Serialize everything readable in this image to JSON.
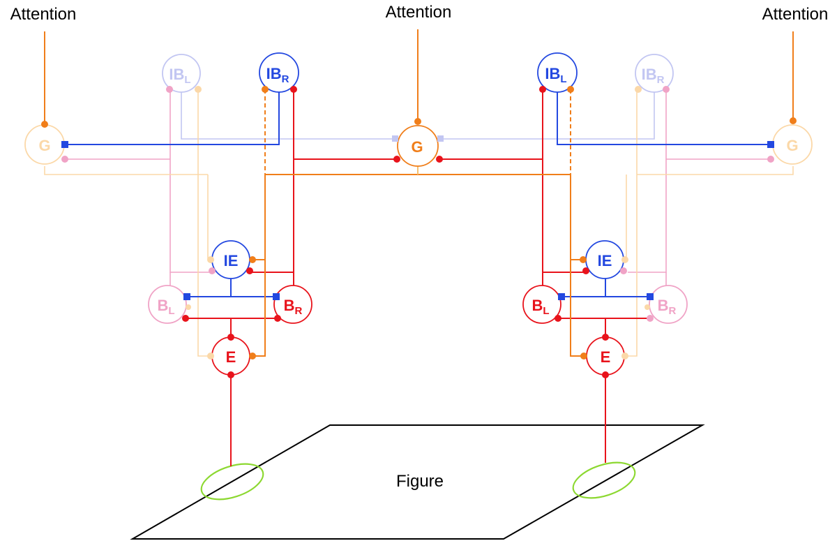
{
  "colors": {
    "orange": "#f07e1a",
    "orange_faint": "#fbd8a8",
    "red": "#e8131b",
    "pink": "#f0a3c6",
    "blue": "#2348e0",
    "blue_faint": "#c2c6f2",
    "green": "#8cd830",
    "black": "#000000"
  },
  "labels": {
    "attention_left": "Attention",
    "attention_center": "Attention",
    "attention_right": "Attention",
    "figure": "Figure"
  },
  "nodes": {
    "g_left": {
      "main": "G",
      "sub": ""
    },
    "g_center": {
      "main": "G",
      "sub": ""
    },
    "g_right": {
      "main": "G",
      "sub": ""
    },
    "ib_l_left": {
      "main": "IB",
      "sub": "L"
    },
    "ib_r_left": {
      "main": "IB",
      "sub": "R"
    },
    "ib_l_right": {
      "main": "IB",
      "sub": "L"
    },
    "ib_r_right": {
      "main": "IB",
      "sub": "R"
    },
    "ie_left": {
      "main": "IE",
      "sub": ""
    },
    "ie_right": {
      "main": "IE",
      "sub": ""
    },
    "b_l_left": {
      "main": "B",
      "sub": "L"
    },
    "b_r_left": {
      "main": "B",
      "sub": "R"
    },
    "b_l_right": {
      "main": "B",
      "sub": "L"
    },
    "b_r_right": {
      "main": "B",
      "sub": "R"
    },
    "e_left": {
      "main": "E",
      "sub": ""
    },
    "e_right": {
      "main": "E",
      "sub": ""
    }
  }
}
